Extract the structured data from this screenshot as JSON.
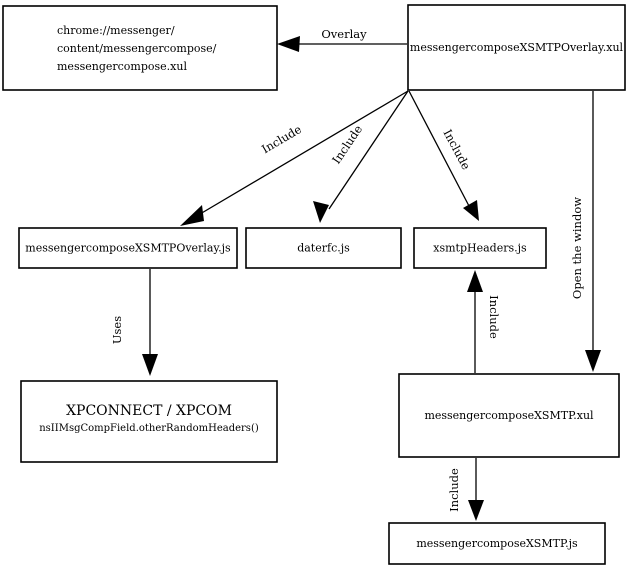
{
  "diagram": {
    "type": "flowchart",
    "background_color": "#ffffff",
    "line_color": "#000000",
    "nodes": [
      {
        "id": "chrome-url",
        "label_lines": [
          "chrome://messenger/",
          "content/messengercompose/",
          "messengercompose.xul"
        ]
      },
      {
        "id": "overlay-xul",
        "label": "messengercomposeXSMTPOverlay.xul"
      },
      {
        "id": "overlay-js",
        "label": "messengercomposeXSMTPOverlay.js"
      },
      {
        "id": "daterfc-js",
        "label": "daterfc.js"
      },
      {
        "id": "xsmtp-headers-js",
        "label": "xsmtpHeaders.js"
      },
      {
        "id": "xpconnect",
        "label_primary": "XPCONNECT / XPCOM",
        "label_secondary": "nsIIMsgCompField.otherRandomHeaders()"
      },
      {
        "id": "xsmtp-xul",
        "label": "messengercomposeXSMTP.xul"
      },
      {
        "id": "xsmtp-js",
        "label": "messengercomposeXSMTP.js"
      }
    ],
    "edges": [
      {
        "id": "overlay-edge",
        "label": "Overlay",
        "from": "overlay-xul",
        "to": "chrome-url"
      },
      {
        "id": "include-overlayjs",
        "label": "Include",
        "from": "overlay-xul",
        "to": "overlay-js"
      },
      {
        "id": "include-daterfc",
        "label": "Include",
        "from": "overlay-xul",
        "to": "daterfc-js"
      },
      {
        "id": "include-xsmtpheaders",
        "label": "Include",
        "from": "overlay-xul",
        "to": "xsmtp-headers-js"
      },
      {
        "id": "uses-xpconnect",
        "label": "Uses",
        "from": "overlay-js",
        "to": "xpconnect"
      },
      {
        "id": "open-the-window",
        "label": "Open the window",
        "from": "overlay-xul",
        "to": "xsmtp-xul"
      },
      {
        "id": "include-headers-from-xul",
        "label": "Include",
        "from": "xsmtp-xul",
        "to": "xsmtp-headers-js"
      },
      {
        "id": "include-xsmtpjs",
        "label": "Include",
        "from": "xsmtp-xul",
        "to": "xsmtp-js"
      }
    ]
  }
}
